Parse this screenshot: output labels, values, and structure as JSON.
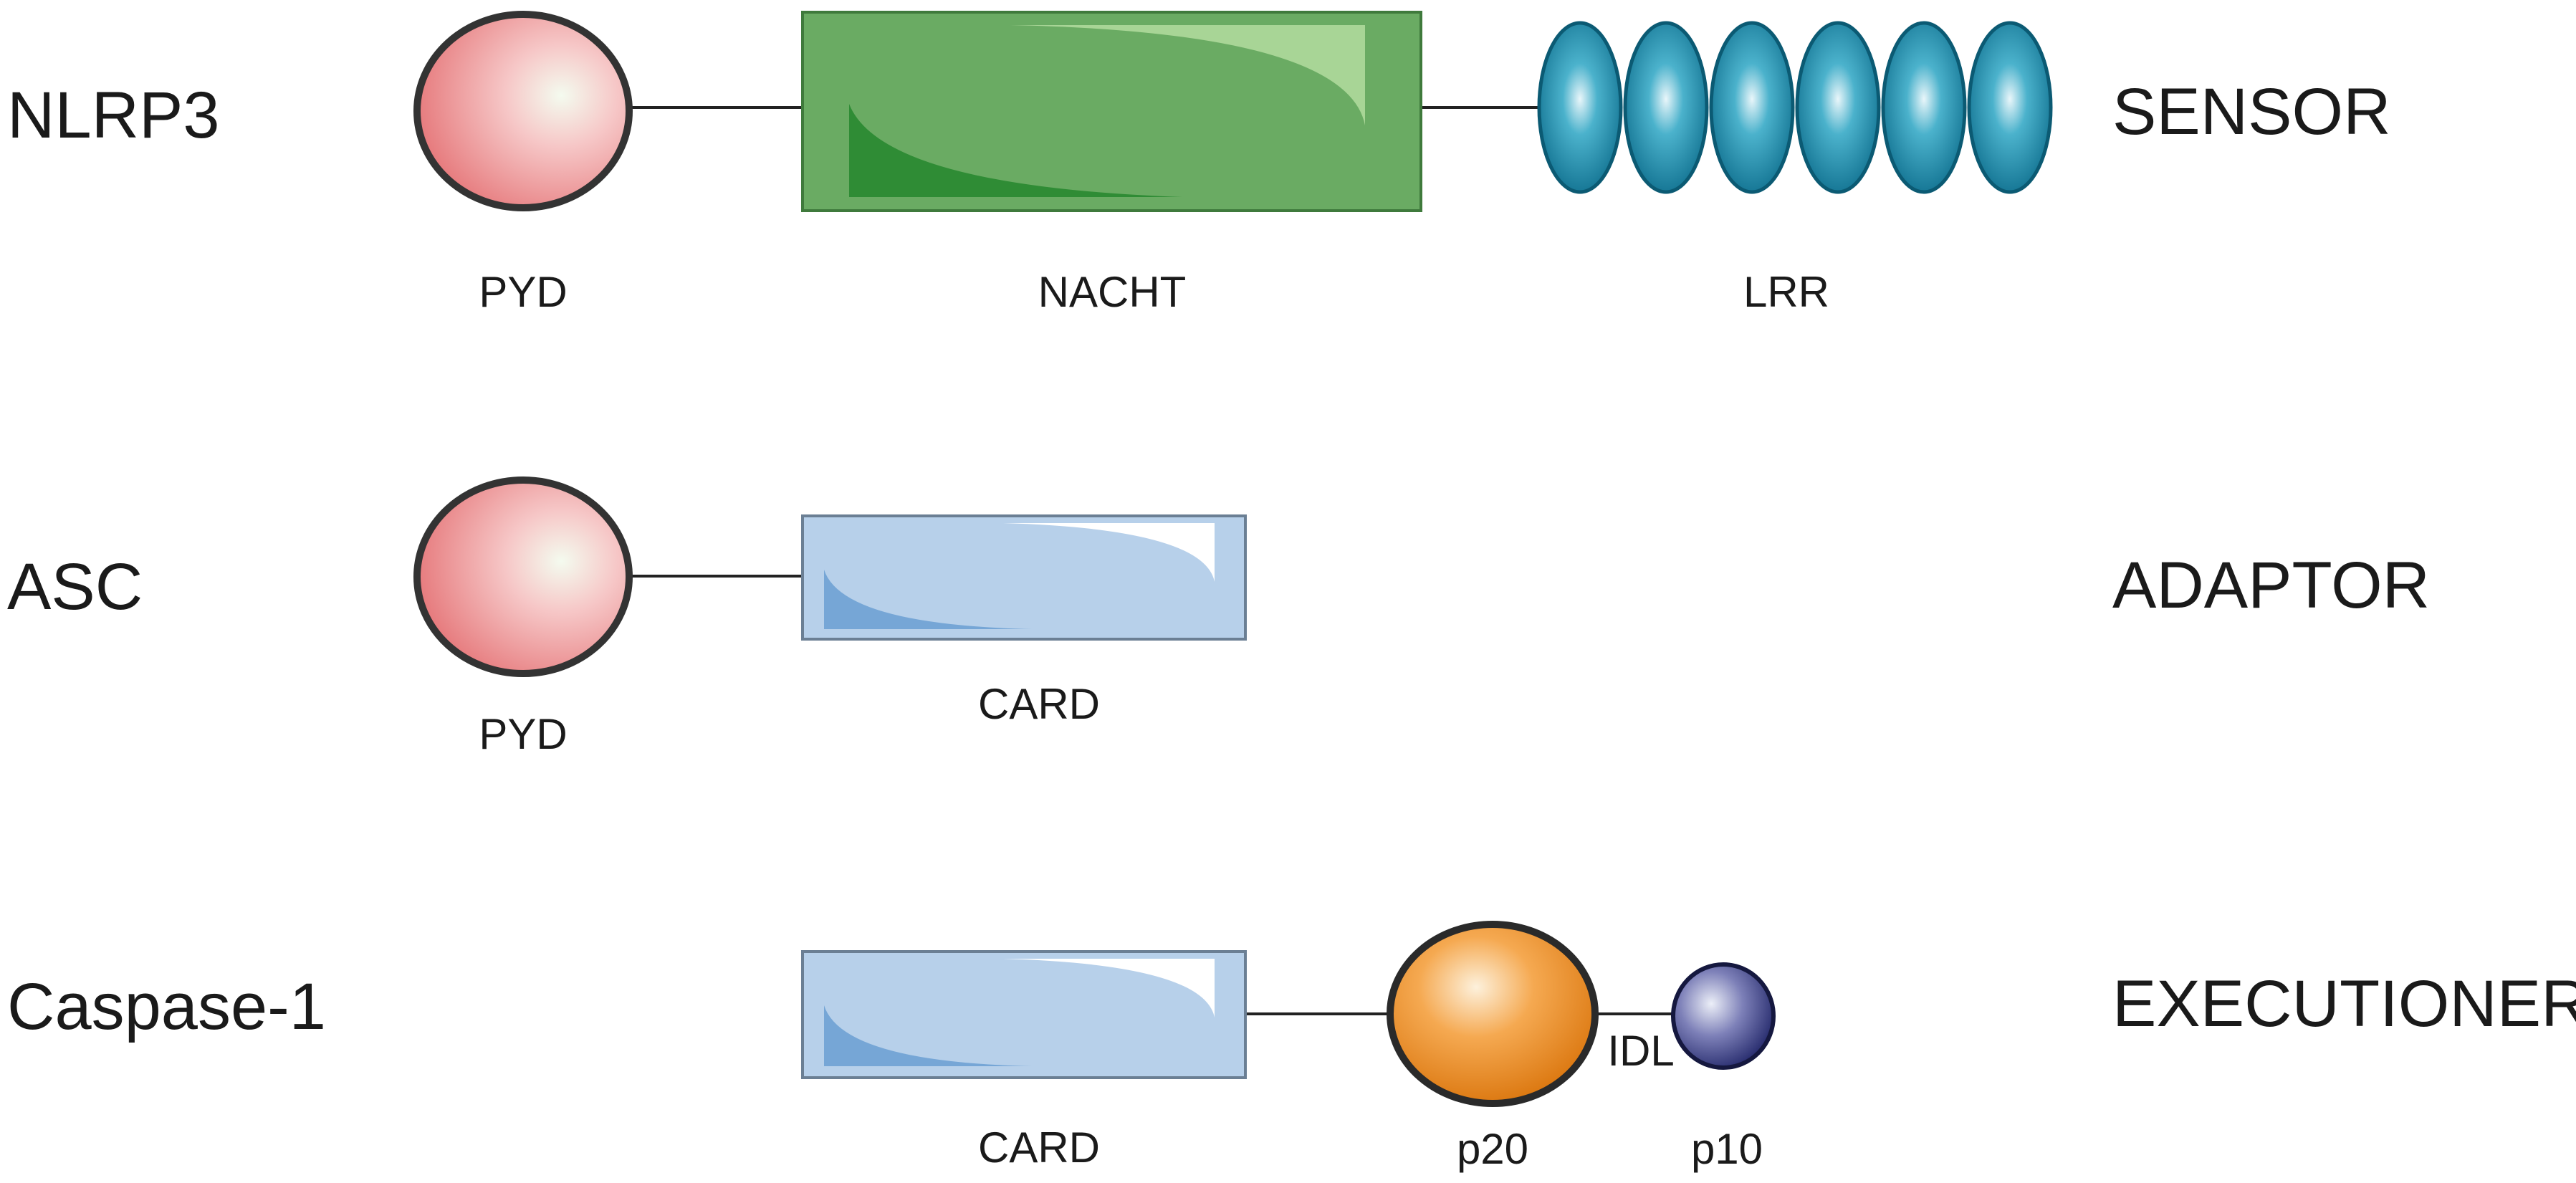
{
  "rows": {
    "nlrp3": {
      "protein": "NLRP3",
      "role": "SENSOR",
      "domains": {
        "pyd": "PYD",
        "nacht": "NACHT",
        "lrr": "LRR"
      }
    },
    "asc": {
      "protein": "ASC",
      "role": "ADAPTOR",
      "domains": {
        "pyd": "PYD",
        "card": "CARD"
      }
    },
    "caspase1": {
      "protein": "Caspase-1",
      "role": "EXECUTIONER",
      "domains": {
        "card": "CARD",
        "p20": "p20",
        "idl": "IDL",
        "p10": "p10"
      }
    }
  },
  "colors": {
    "pyd": "#ef8a8a",
    "nacht": "#6aab63",
    "lrr": "#1f8fb0",
    "card": "#b7d0ea",
    "p20": "#e8860f",
    "p10": "#3a3f8f"
  }
}
